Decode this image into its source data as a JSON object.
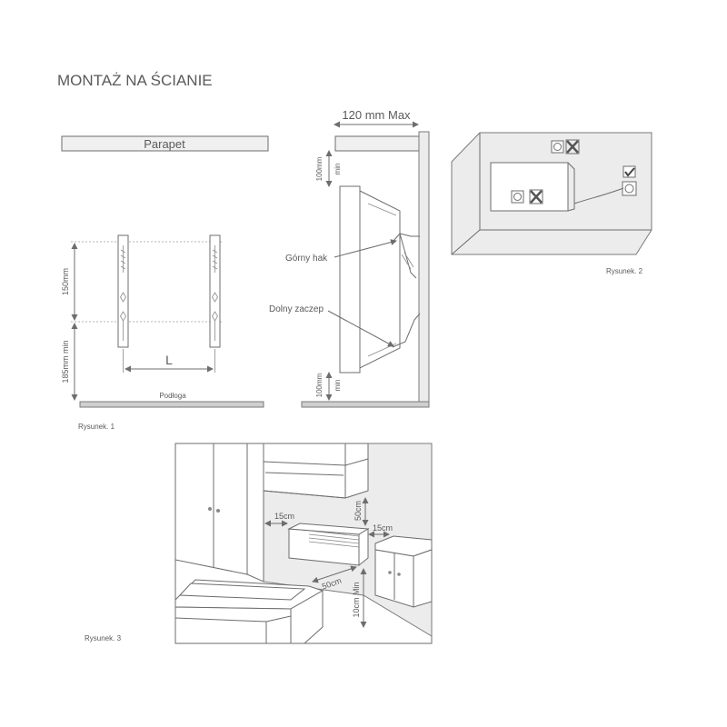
{
  "title": "MONTAŻ NA ŚCIANIE",
  "figure1": {
    "parapet": "Parapet",
    "floor": "Podłoga",
    "dim_top": "150mm",
    "dim_bottom": "185mm  min",
    "dim_L": "L",
    "caption": "Rysunek. 1"
  },
  "figure_side": {
    "max_label": "120  mm Max",
    "top_clear_value": "100mm",
    "top_clear_min": "min",
    "bottom_clear_value": "100mm",
    "bottom_clear_min": "min",
    "upper_hook": "Górny hak",
    "lower_latch": "Dolny zaczep"
  },
  "figure2": {
    "caption": "Rysunek. 2"
  },
  "figure3": {
    "caption": "Rysunek. 3",
    "d_left": "15cm",
    "d_top": "50cm",
    "d_right": "15cm",
    "d_front": "50cm",
    "d_floor": "10cm Min"
  },
  "colors": {
    "line": "#6d6d6d",
    "text": "#5a5a5a",
    "fill_light": "#ececec",
    "fill_gray": "#b9b9b9"
  }
}
